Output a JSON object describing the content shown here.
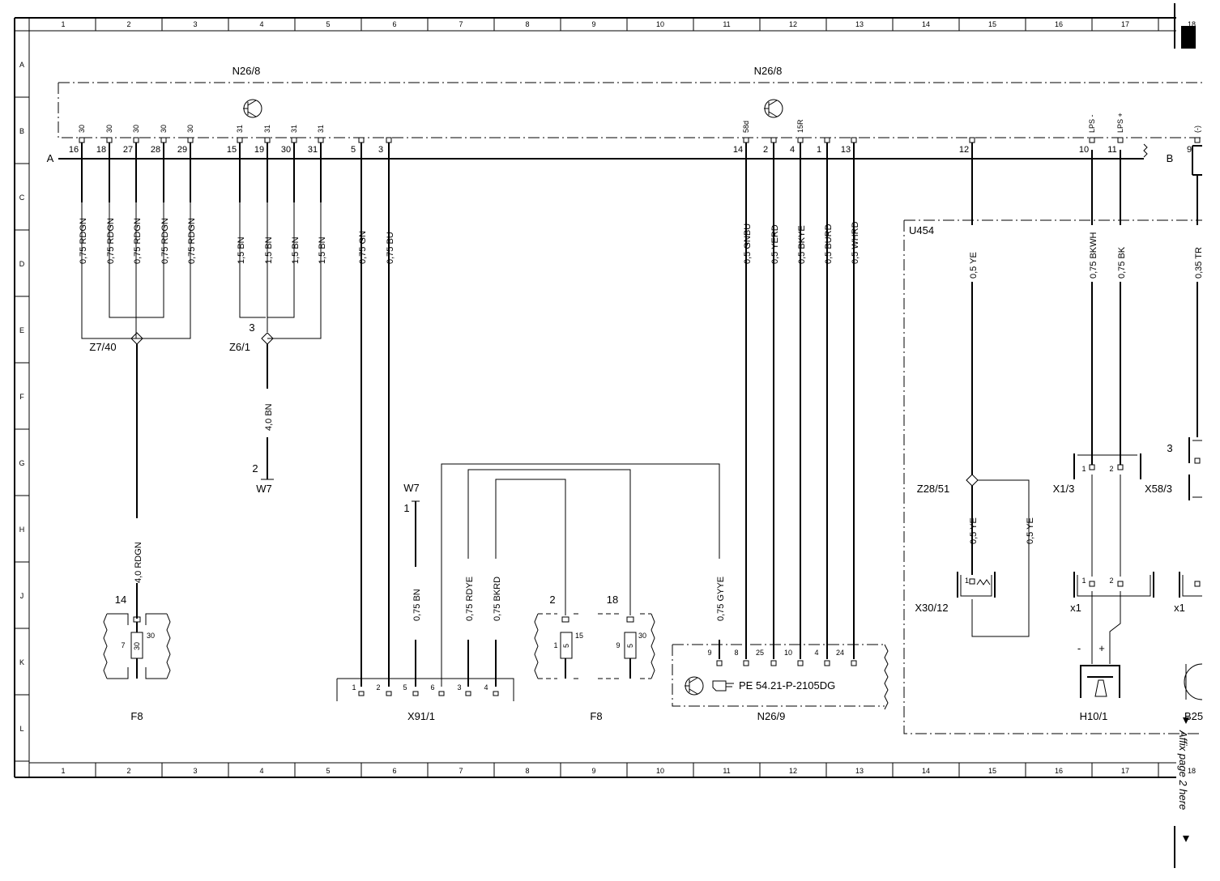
{
  "frame": {
    "columns": [
      "1",
      "2",
      "3",
      "4",
      "5",
      "6",
      "7",
      "8",
      "9",
      "10",
      "11",
      "12",
      "13",
      "14",
      "15",
      "16",
      "17",
      "18"
    ],
    "rows": [
      "A",
      "B",
      "C",
      "D",
      "E",
      "F",
      "G",
      "H",
      "J",
      "K",
      "L"
    ]
  },
  "components": {
    "n26_8_left": "N26/8",
    "n26_8_right": "N26/8",
    "bus_a": "A",
    "bus_b": "B",
    "u454": "U454",
    "z7_40": "Z7/40",
    "z6_1": "Z6/1",
    "z6_1_pin": "3",
    "w7_a": "W7",
    "w7_a_pin": "2",
    "w7_b": "W7",
    "w7_b_pin": "1",
    "f8_left": "F8",
    "f8_left_pin": "14",
    "f8_mid": "F8",
    "f8_mid_pin_a": "2",
    "f8_mid_pin_b": "18",
    "x91_1": "X91/1",
    "n26_9": "N26/9",
    "n26_9_ref": "PE 54.21-P-2105DG",
    "z28_51": "Z28/51",
    "x30_12": "X30/12",
    "x1_3": "X1/3",
    "x58_3": "X58/3",
    "x58_3_pin": "3",
    "x1_a": "x1",
    "x1_b": "x1",
    "h10_1": "H10/1",
    "b25": "B25",
    "minus": "-",
    "plus": "+",
    "affix": "Affix page 2 here"
  },
  "connector_pins": [
    {
      "num": "16",
      "term": "30"
    },
    {
      "num": "18",
      "term": "30"
    },
    {
      "num": "27",
      "term": "30"
    },
    {
      "num": "28",
      "term": "30"
    },
    {
      "num": "29",
      "term": "30"
    },
    {
      "num": "15",
      "term": "31"
    },
    {
      "num": "19",
      "term": "31"
    },
    {
      "num": "30",
      "term": "31"
    },
    {
      "num": "31",
      "term": "31"
    },
    {
      "num": "5",
      "term": ""
    },
    {
      "num": "3",
      "term": ""
    },
    {
      "num": "14",
      "term": "58d"
    },
    {
      "num": "2",
      "term": ""
    },
    {
      "num": "4",
      "term": "15R"
    },
    {
      "num": "1",
      "term": ""
    },
    {
      "num": "13",
      "term": ""
    },
    {
      "num": "12",
      "term": ""
    },
    {
      "num": "10",
      "term": "LPS -"
    },
    {
      "num": "11",
      "term": "LPS +"
    },
    {
      "num": "9",
      "term": "(-)"
    }
  ],
  "wires": [
    "0,75 RDGN",
    "0,75 RDGN",
    "0,75 RDGN",
    "0,75 RDGN",
    "0,75 RDGN",
    "1,5 BN",
    "1,5 BN",
    "1,5 BN",
    "1,5 BN",
    "0,75 GN",
    "0,75 BU",
    "0,5 GNBU",
    "0,5 YERD",
    "0,5 BKYE",
    "0,5 BURD",
    "0,5 WHRD",
    "0,5 YE",
    "0,75 BKWH",
    "0,75 BK",
    "0,35 TR"
  ],
  "lower_wires": {
    "z7_40_out": "4,0 RDGN",
    "z6_1_out": "4,0 BN",
    "w7_bn": "0,75 BN",
    "rdye": "0,75 RDYE",
    "bkrd": "0,75 BKRD",
    "gyye": "0,75 GYYE",
    "ye_a": "0,5 YE",
    "ye_b": "0,5 YE"
  },
  "x91_pins": [
    "1",
    "2",
    "5",
    "6",
    "3",
    "4"
  ],
  "n26_9_pins": [
    "9",
    "8",
    "25",
    "10",
    "4",
    "24"
  ],
  "fuse_left": {
    "a": "7",
    "b": "30",
    "c": "30"
  },
  "fuse_mid_a": {
    "a": "1",
    "b": "5",
    "c": "15"
  },
  "fuse_mid_b": {
    "a": "9",
    "b": "5",
    "c": "30"
  },
  "plug_pins": {
    "x1_3": [
      "1",
      "2"
    ],
    "x1": [
      "1",
      "2"
    ]
  }
}
